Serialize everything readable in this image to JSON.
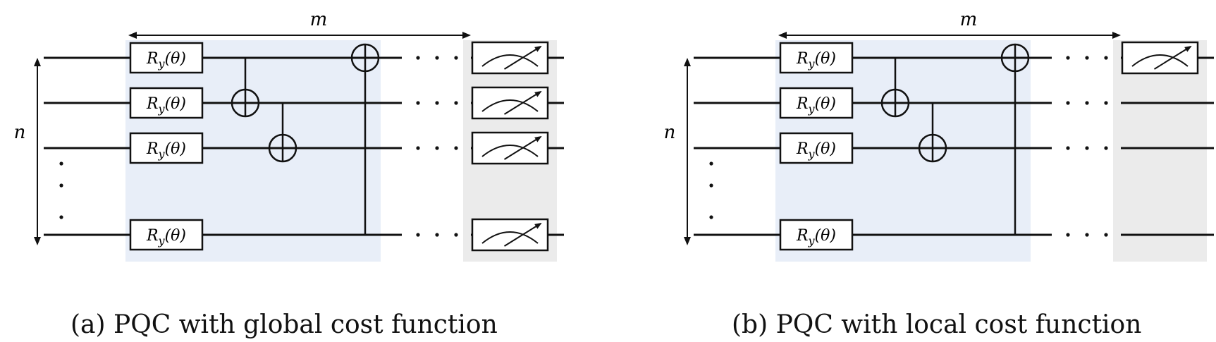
{
  "colors": {
    "ansatz_bg": "#e8eef8",
    "measure_bg": "#ebebeb",
    "wire": "#111111"
  },
  "panels": [
    {
      "id": "a",
      "caption": "(a) PQC with global cost function",
      "depth_label": "m",
      "qubit_label": "n",
      "gates": [
        "R_y(θ)",
        "R_y(θ)",
        "R_y(θ)",
        "R_y(θ)"
      ],
      "measured_qubits": [
        true,
        true,
        true,
        true
      ],
      "dots": "· · ·"
    },
    {
      "id": "b",
      "caption": "(b) PQC with local cost function",
      "depth_label": "m",
      "qubit_label": "n",
      "gates": [
        "R_y(θ)",
        "R_y(θ)",
        "R_y(θ)",
        "R_y(θ)"
      ],
      "measured_qubits": [
        true,
        false,
        false,
        false
      ],
      "dots": "· · ·"
    }
  ]
}
